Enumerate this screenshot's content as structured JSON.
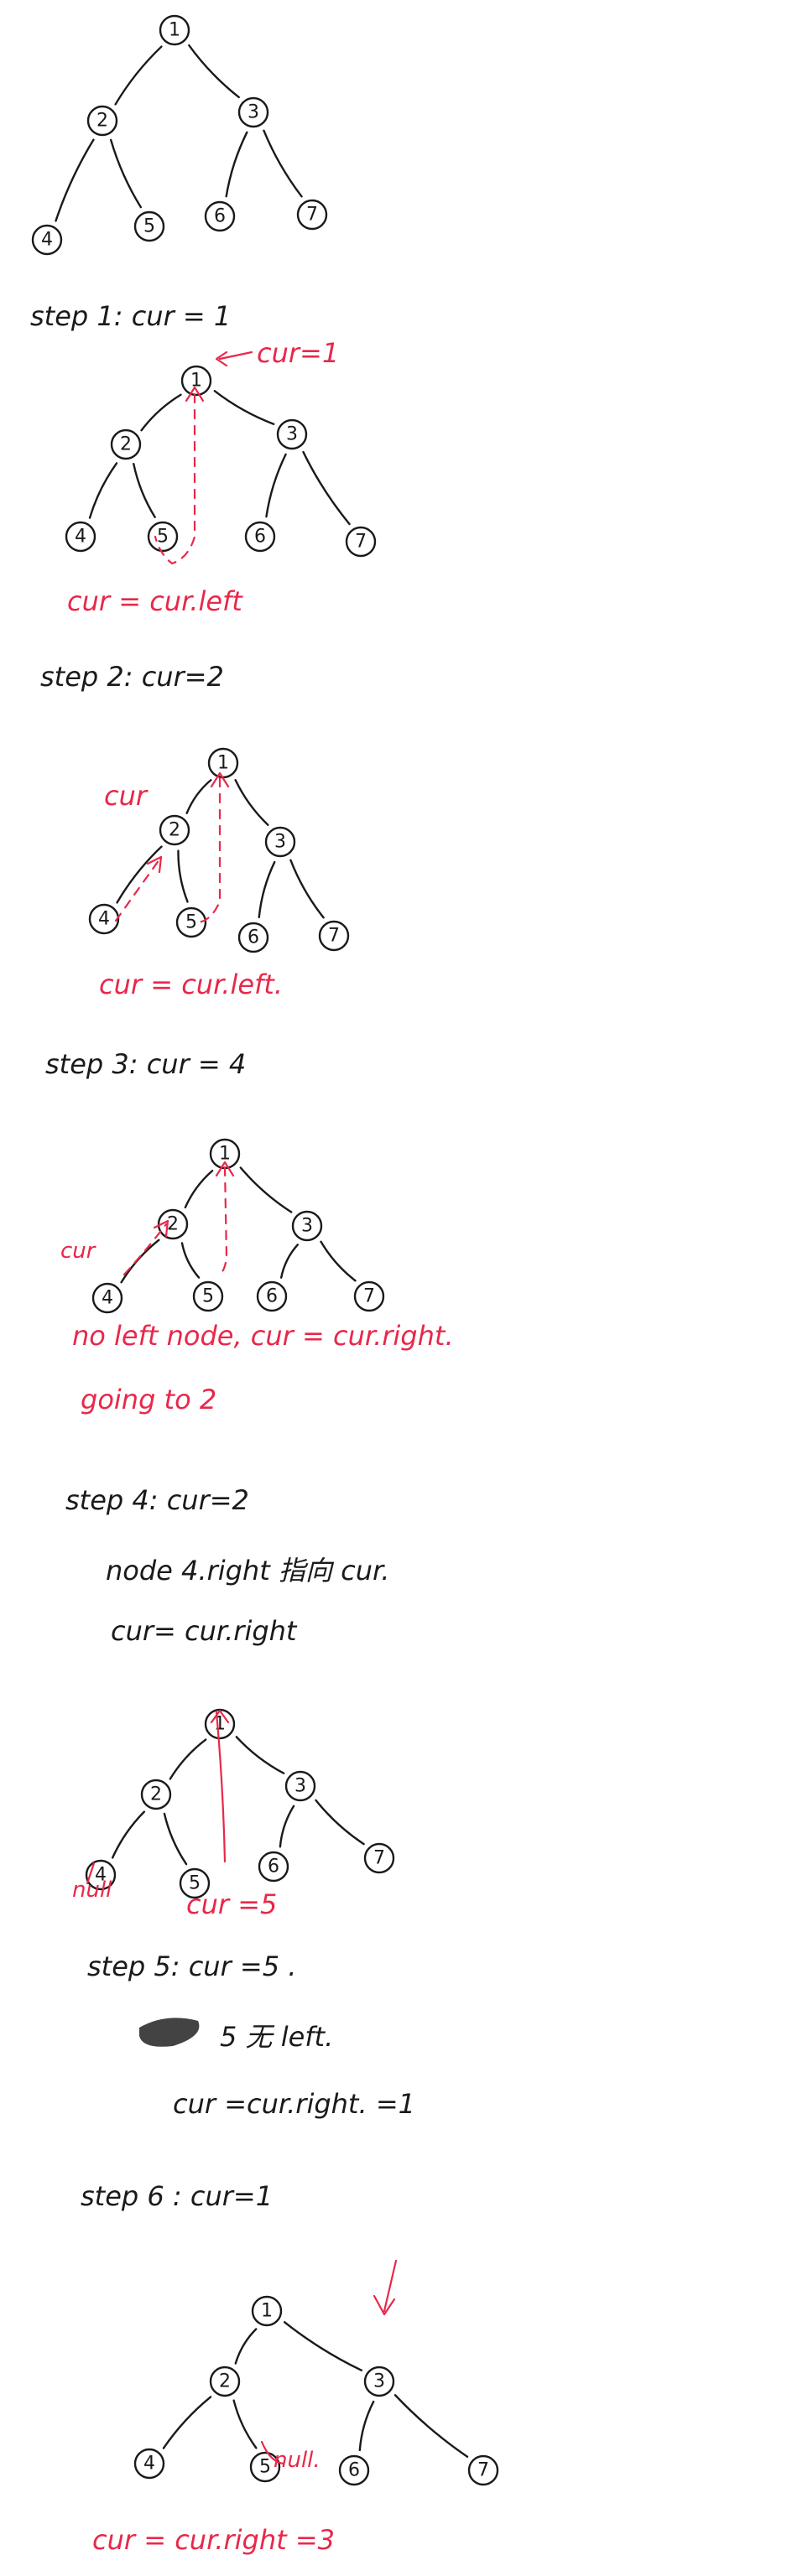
{
  "colors": {
    "ink": "#1a1a1a",
    "accent": "#e8284a",
    "background": "#ffffff"
  },
  "node_labels": {
    "n1": "1",
    "n2": "2",
    "n3": "3",
    "n4": "4",
    "n5": "5",
    "n6": "6",
    "n7": "7"
  },
  "tree_edges": [
    [
      "n1",
      "n2"
    ],
    [
      "n1",
      "n3"
    ],
    [
      "n2",
      "n4"
    ],
    [
      "n2",
      "n5"
    ],
    [
      "n3",
      "n6"
    ],
    [
      "n3",
      "n7"
    ]
  ],
  "steps": [
    {
      "id": "step0",
      "heading": "",
      "lines": [],
      "annotations": []
    },
    {
      "id": "step1",
      "heading": "step 1:  cur = 1",
      "lines": [],
      "annotations": [
        {
          "id": "s1a",
          "text": "cur=1",
          "color": "accent"
        },
        {
          "id": "s1b",
          "text": "cur = cur.left",
          "color": "accent"
        }
      ]
    },
    {
      "id": "step2",
      "heading": "step 2:  cur=2",
      "lines": [],
      "annotations": [
        {
          "id": "s2a",
          "text": "cur",
          "color": "accent"
        },
        {
          "id": "s2b",
          "text": "cur = cur.left.",
          "color": "accent"
        }
      ]
    },
    {
      "id": "step3",
      "heading": "step 3:  cur = 4",
      "lines": [],
      "annotations": [
        {
          "id": "s3a",
          "text": "cur",
          "color": "accent"
        },
        {
          "id": "s3b",
          "text": "no left node,  cur = cur.right.",
          "color": "accent"
        },
        {
          "id": "s3c",
          "text": "going to 2",
          "color": "accent"
        }
      ]
    },
    {
      "id": "step4",
      "heading": "step 4:  cur=2",
      "lines": [
        "node 4.right 指向 cur.",
        "cur= cur.right"
      ],
      "annotations": [
        {
          "id": "s4a",
          "text": "null",
          "color": "accent"
        },
        {
          "id": "s4b",
          "text": "cur =5",
          "color": "accent"
        }
      ]
    },
    {
      "id": "step5",
      "heading": "step 5:  cur =5 .",
      "lines": [
        "5 无 left.",
        "cur =cur.right. =1"
      ],
      "annotations": []
    },
    {
      "id": "step6",
      "heading": "step 6 :   cur=1",
      "lines": [],
      "annotations": [
        {
          "id": "s6a",
          "text": "null.",
          "color": "accent"
        },
        {
          "id": "s6b",
          "text": "cur = cur.right =3",
          "color": "accent"
        }
      ]
    }
  ]
}
